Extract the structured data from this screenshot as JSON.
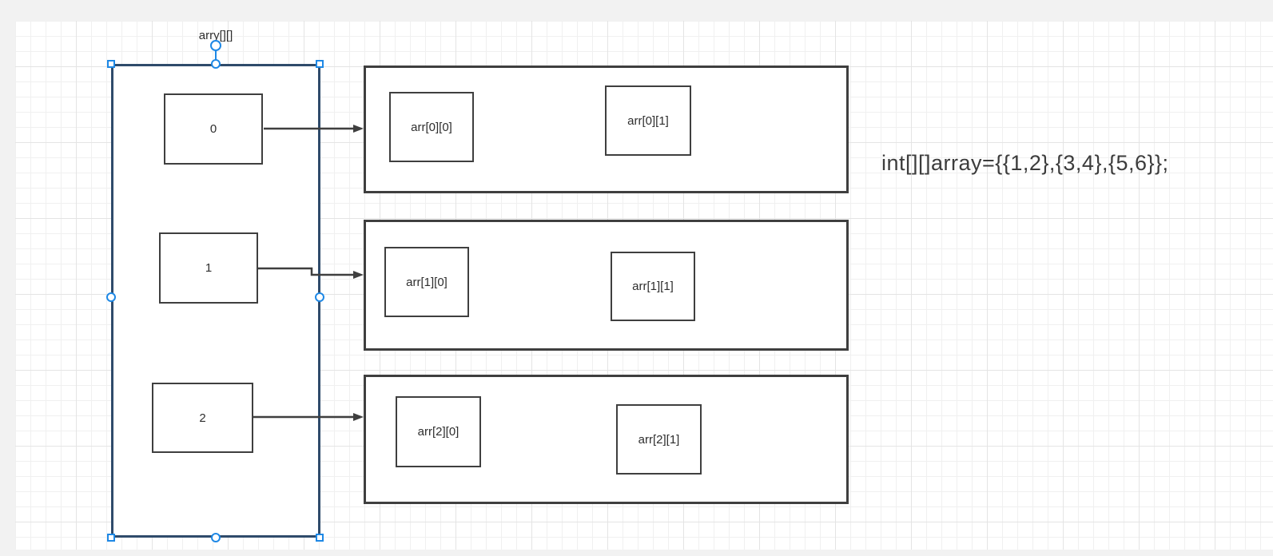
{
  "diagram": {
    "container": {
      "label": "arry[][]"
    },
    "pointer_boxes": [
      {
        "label": "0"
      },
      {
        "label": "1"
      },
      {
        "label": "2"
      }
    ],
    "rows": [
      {
        "cells": [
          {
            "label": "arr[0][0]"
          },
          {
            "label": "arr[0][1]"
          }
        ]
      },
      {
        "cells": [
          {
            "label": "arr[1][0]"
          },
          {
            "label": "arr[1][1]"
          }
        ]
      },
      {
        "cells": [
          {
            "label": "arr[2][0]"
          },
          {
            "label": "arr[2][1]"
          }
        ]
      }
    ],
    "code_text": "int[][]array={{1,2},{3,4},{5,6}};"
  },
  "colors": {
    "shape_border": "#3f3f3f",
    "container_border": "#2f4b6b",
    "selection_handle": "#1e88e5",
    "canvas_bg": "#ffffff",
    "outer_bg": "#f2f2f2",
    "grid_minor": "#f0f0f0",
    "grid_major": "#e4e4e4",
    "label_text": "#2e2e2e"
  }
}
